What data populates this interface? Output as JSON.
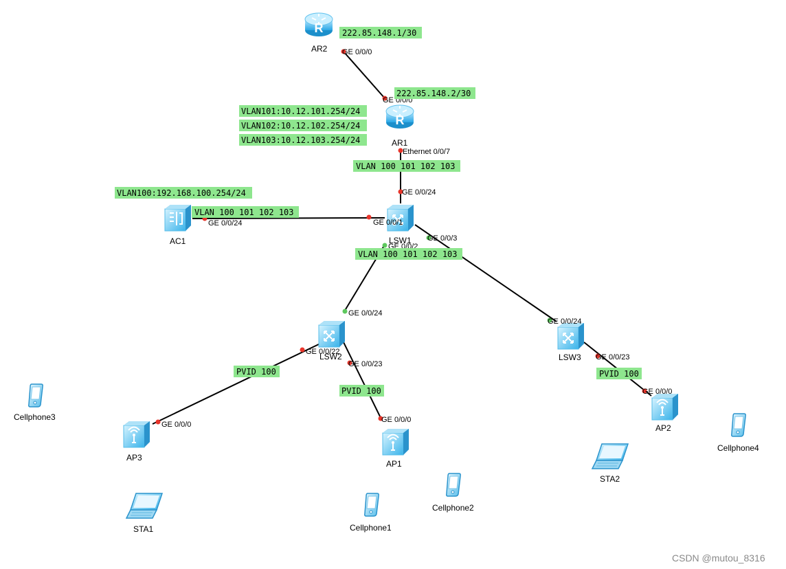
{
  "devices": {
    "ar2": "AR2",
    "ar1": "AR1",
    "lsw1": "LSW1",
    "lsw2": "LSW2",
    "lsw3": "LSW3",
    "ac1": "AC1",
    "ap1": "AP1",
    "ap2": "AP2",
    "ap3": "AP3",
    "sta1": "STA1",
    "sta2": "STA2",
    "cellphone1": "Cellphone1",
    "cellphone2": "Cellphone2",
    "cellphone3": "Cellphone3",
    "cellphone4": "Cellphone4"
  },
  "ports": {
    "ar2_ge000": "GE 0/0/0",
    "ar1_ge000": "GE 0/0/0",
    "ar1_eth007": "Ethernet 0/0/7",
    "lsw1_ge0024": "GE 0/0/24",
    "lsw1_ge001": "GE 0/0/1",
    "lsw1_ge002": "GE 0/0/2",
    "lsw1_ge003": "GE 0/0/3",
    "ac1_ge0024": "GE 0/0/24",
    "lsw2_ge0024": "GE 0/0/24",
    "lsw2_ge0022": "GE 0/0/22",
    "lsw2_ge0023": "GE 0/0/23",
    "lsw3_ge0024": "GE 0/0/24",
    "lsw3_ge0023": "GE 0/0/23",
    "ap1_ge000": "GE 0/0/0",
    "ap2_ge000": "GE 0/0/0",
    "ap3_ge000": "GE 0/0/0"
  },
  "notes": {
    "ar2_ip": "222.85.148.1/30",
    "ar1_ip": "222.85.148.2/30",
    "vlan101": "VLAN101:10.12.101.254/24",
    "vlan102": "VLAN102:10.12.102.254/24",
    "vlan103": "VLAN103:10.12.103.254/24",
    "ar1_lsw1_vlan": "VLAN 100 101 102 103",
    "vlan100": "VLAN100:192.168.100.254/24",
    "ac1_lsw1_vlan": "VLAN 100 101 102 103",
    "lsw1_lsw2_vlan": "VLAN 100 101 102 103",
    "pvid_ap3": "PVID 100",
    "pvid_ap1": "PVID 100",
    "pvid_ap2": "PVID 100"
  },
  "watermark": "CSDN @mutou_8316",
  "colors": {
    "device": "#3cb6ea",
    "note_bg": "#8ee68e",
    "port_down": "#e8352b",
    "port_up": "#5ec85e",
    "link": "#000000"
  },
  "icons": {
    "router": "router-icon",
    "switch": "switch-icon",
    "ac": "access-controller-icon",
    "ap": "wireless-ap-icon",
    "laptop": "laptop-icon",
    "phone": "cellphone-icon"
  }
}
